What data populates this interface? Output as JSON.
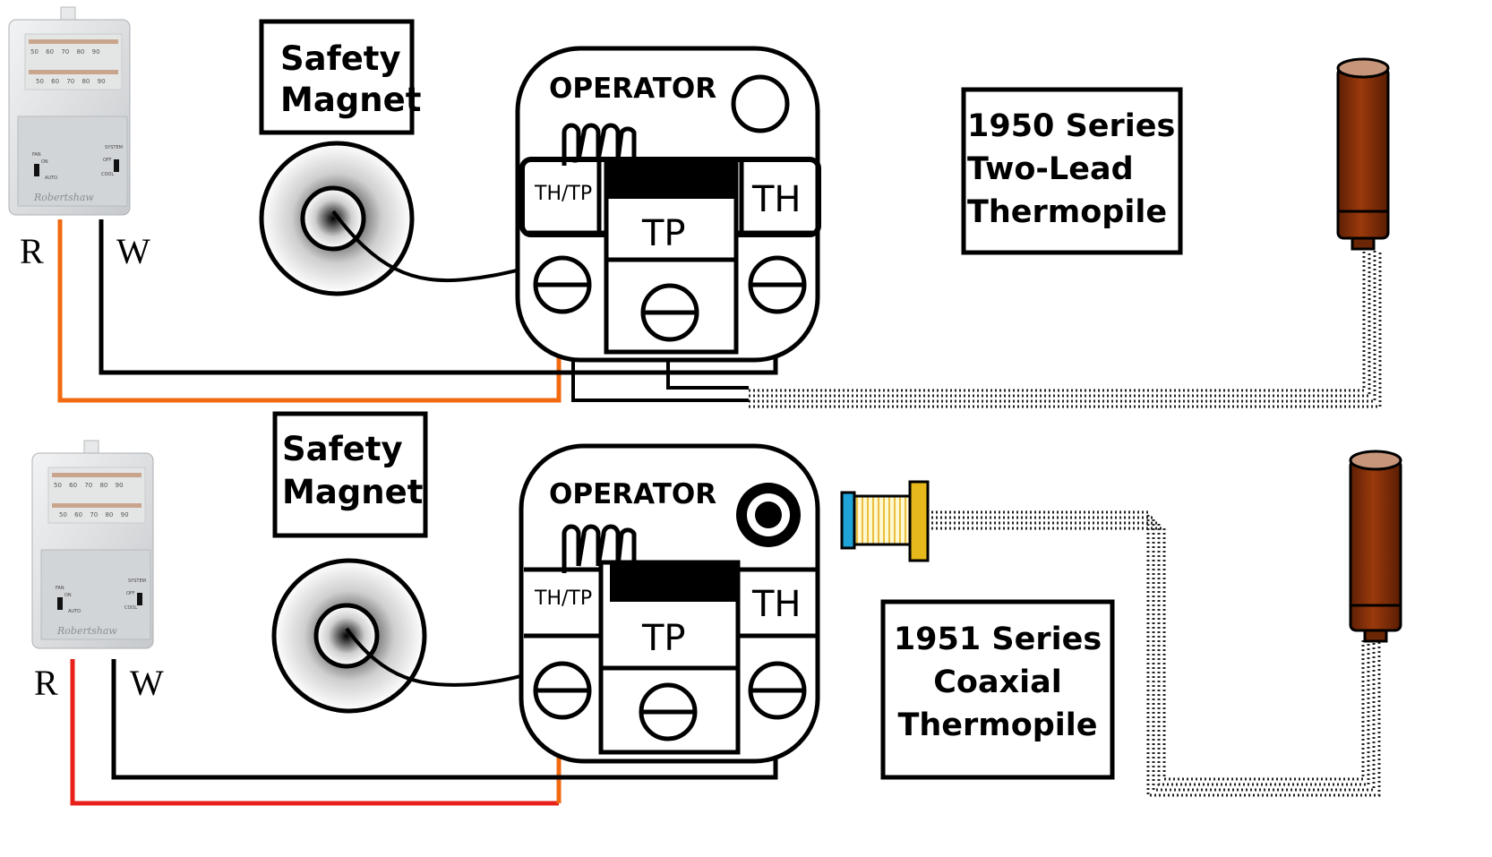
{
  "top": {
    "label_box": [
      "Safety",
      "Magnet"
    ],
    "operator_title": "OPERATOR",
    "terminals": {
      "left": "TH/TP",
      "center": "TP",
      "right": "TH"
    },
    "wire_labels": {
      "r": "R",
      "w": "W"
    },
    "thermopile_box": [
      "1950 Series",
      "Two-Lead",
      "Thermopile"
    ],
    "thermostat": {
      "scale_top": [
        "50",
        "60",
        "70",
        "80",
        "90"
      ],
      "scale_bottom": [
        "50",
        "60",
        "70",
        "80",
        "90"
      ],
      "fan": "FAN",
      "on": "ON",
      "auto": "AUTO",
      "system": "SYSTEM",
      "off": "OFF",
      "cool": "COOL",
      "brand": "Robertshaw"
    }
  },
  "bottom": {
    "label_box": [
      "Safety",
      "Magnet"
    ],
    "operator_title": "OPERATOR",
    "terminals": {
      "left": "TH/TP",
      "center": "TP",
      "right": "TH"
    },
    "wire_labels": {
      "r": "R",
      "w": "W"
    },
    "thermopile_box": [
      "1951 Series",
      "Coaxial",
      "Thermopile"
    ],
    "thermostat": {
      "scale_top": [
        "50",
        "60",
        "70",
        "80",
        "90"
      ],
      "scale_bottom": [
        "50",
        "60",
        "70",
        "80",
        "90"
      ],
      "fan": "FAN",
      "on": "ON",
      "auto": "AUTO",
      "system": "SYSTEM",
      "off": "OFF",
      "cool": "COOL",
      "brand": "Robertshaw"
    }
  },
  "colors": {
    "wire_r_top": "#f26a10",
    "wire_r_bottom": "#e8201a",
    "wire_tp": "#f26a10",
    "wire_black": "#000000",
    "thermopile_body": "#8b3209",
    "thermopile_cap": "#c7967a",
    "coax_blue": "#1fa3d8",
    "coax_gold": "#e6b81c",
    "thermostat_body": "#d9dcdf",
    "thermostat_scale": "#c9a58e"
  }
}
